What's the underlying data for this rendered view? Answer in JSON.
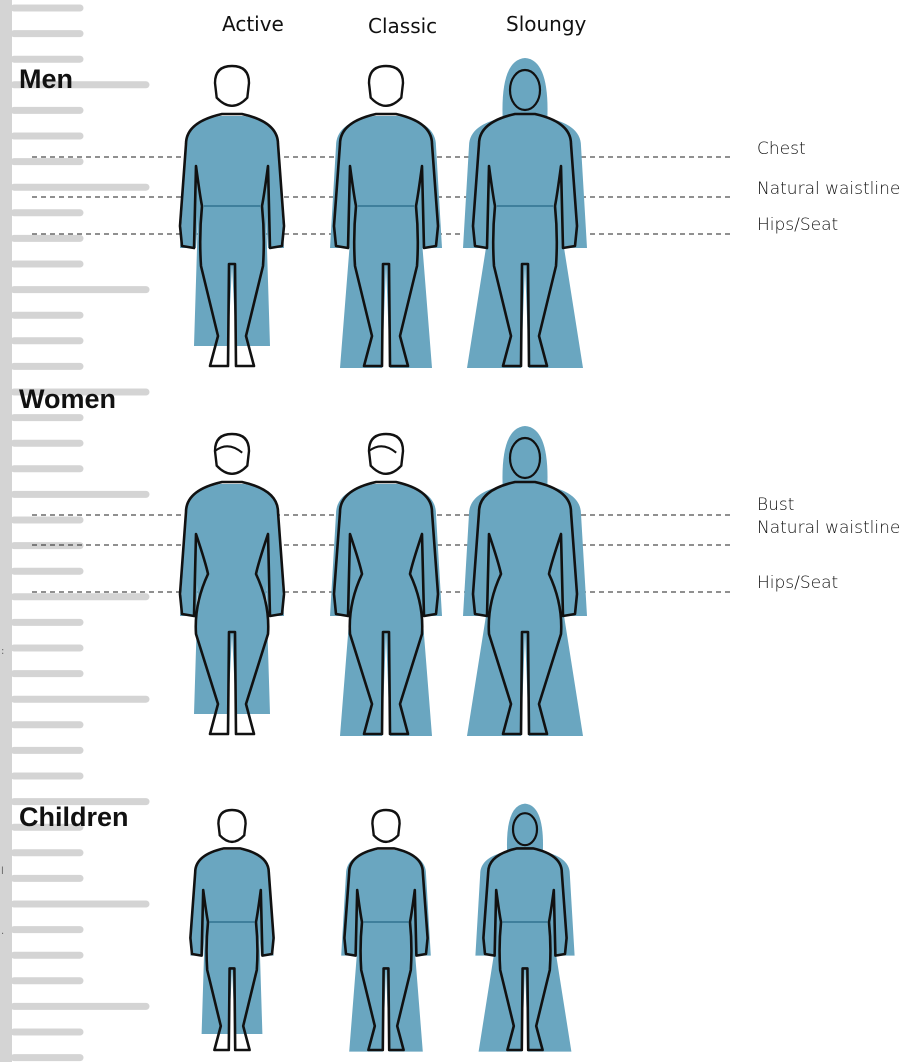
{
  "colors": {
    "ruler": "#d4d4d4",
    "garment": "#6aa6c0",
    "outline": "#111111",
    "guide": "#222222"
  },
  "fits": [
    "Active",
    "Classic",
    "Sloungy"
  ],
  "sections": [
    {
      "title": "Men",
      "measurements": [
        "Chest",
        "Natural waistline",
        "Hips/Seat"
      ]
    },
    {
      "title": "Women",
      "measurements": [
        "Bust",
        "Natural waistline",
        "Hips/Seat"
      ]
    },
    {
      "title": "Children",
      "measurements": []
    }
  ],
  "margin_marks": [
    ":",
    "l",
    "."
  ]
}
